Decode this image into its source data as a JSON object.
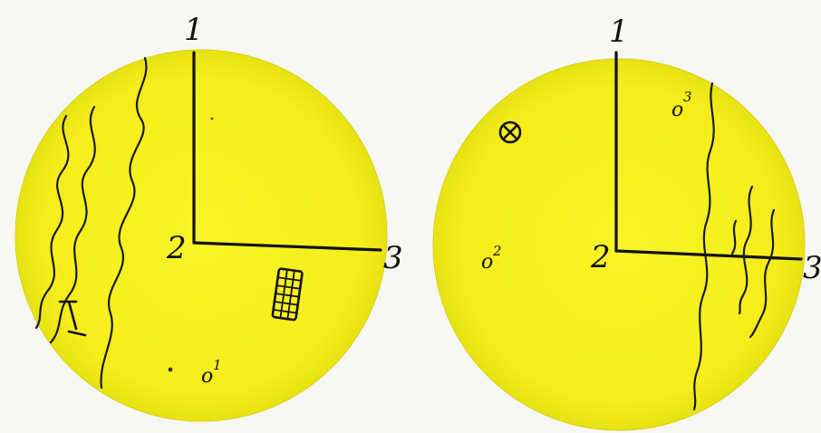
{
  "colors": {
    "paper": "#f7f7f4",
    "field": "#f7f21f",
    "field_edge": "#efe814",
    "ink": "#111111"
  },
  "left_field": {
    "axis_labels": {
      "top": "1",
      "origin": "2",
      "right": "3"
    },
    "point_labels": [
      {
        "base": "o",
        "sup": "1"
      }
    ],
    "roman_mark": "I",
    "icons": [
      "wavy-line-icon",
      "grid-crystal-icon",
      "dot-icon"
    ]
  },
  "right_field": {
    "axis_labels": {
      "top": "1",
      "origin": "2",
      "right": "3"
    },
    "point_labels": [
      {
        "base": "o",
        "sup": "3"
      },
      {
        "base": "o",
        "sup": "2"
      }
    ],
    "icons": [
      "circled-cross-icon",
      "wavy-line-icon"
    ]
  }
}
